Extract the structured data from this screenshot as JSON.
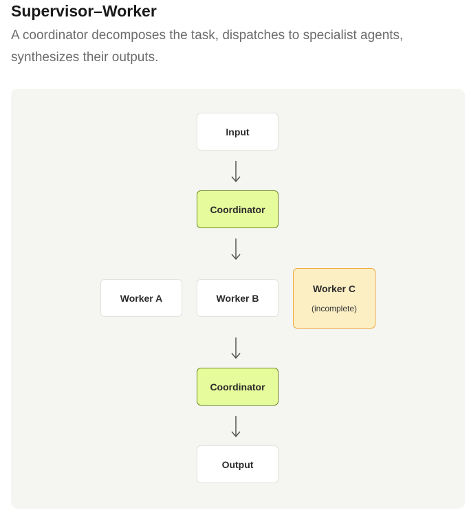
{
  "header": {
    "title": "Supervisor–Worker",
    "subtitle": "A coordinator decomposes the task, dispatches to specialist agents, synthesizes their outputs."
  },
  "diagram": {
    "input": "Input",
    "coordinator_top": "Coordinator",
    "worker_a": "Worker A",
    "worker_b": "Worker B",
    "worker_c": "Worker C",
    "worker_c_note": "(incomplete)",
    "coordinator_bottom": "Coordinator",
    "output": "Output"
  },
  "colors": {
    "panel_bg": "#f5f5f1",
    "coordinator_fill": "#e6fb9c",
    "coordinator_border": "#6d8a24",
    "warning_fill": "#fdefc4",
    "warning_border": "#f0a93a",
    "arrow": "#555555"
  }
}
